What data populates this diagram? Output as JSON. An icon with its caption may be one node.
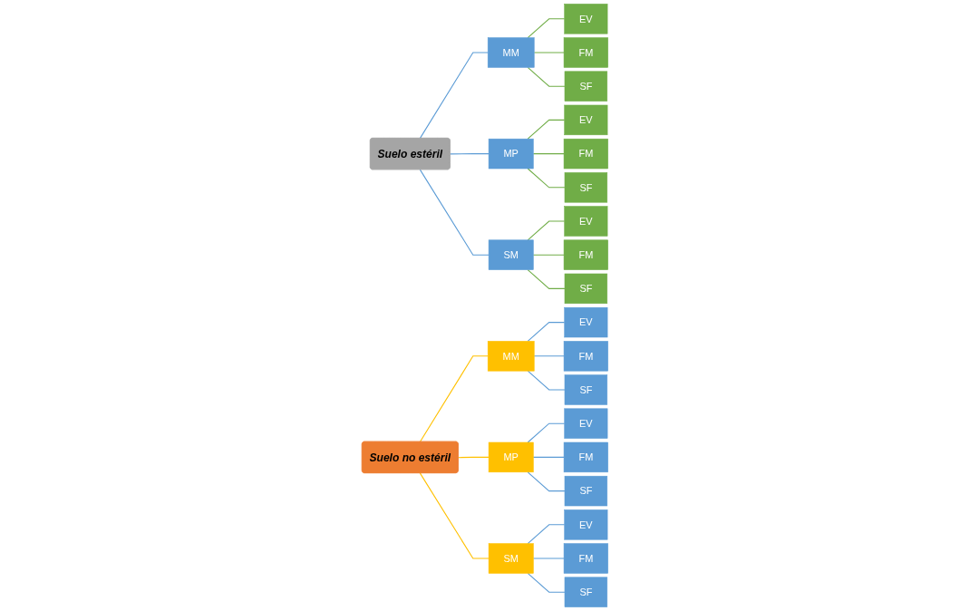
{
  "diagram": {
    "nodes": [
      {
        "text": [
          "Suelo estéril"
        ]
      },
      {
        "text": [
          "MM"
        ]
      },
      {
        "text": [
          "EV"
        ]
      },
      {
        "text": [
          "FM"
        ]
      },
      {
        "text": [
          "SF"
        ]
      },
      {
        "text": [
          "MP"
        ]
      },
      {
        "text": [
          "EV"
        ]
      },
      {
        "text": [
          "FM"
        ]
      },
      {
        "text": [
          "SF"
        ]
      },
      {
        "text": [
          "SM"
        ]
      },
      {
        "text": [
          "EV"
        ]
      },
      {
        "text": [
          "FM"
        ]
      },
      {
        "text": [
          "SF"
        ]
      },
      {
        "text": [
          "Suelo no estéril"
        ]
      },
      {
        "text": [
          "MM"
        ]
      },
      {
        "text": [
          "EV"
        ]
      },
      {
        "text": [
          "FM"
        ]
      },
      {
        "text": [
          "SF"
        ]
      },
      {
        "text": [
          "MP"
        ]
      },
      {
        "text": [
          "EV"
        ]
      },
      {
        "text": [
          "FM"
        ]
      },
      {
        "text": [
          "SF"
        ]
      },
      {
        "text": [
          "SM"
        ]
      },
      {
        "text": [
          "EV"
        ]
      },
      {
        "text": [
          "FM"
        ]
      },
      {
        "text": [
          "SF"
        ]
      }
    ],
    "edges": [
      {
        "from": 0,
        "to": 1,
        "arrow": "none"
      },
      {
        "from": 0,
        "to": 5,
        "arrow": "none"
      },
      {
        "from": 0,
        "to": 9,
        "arrow": "none"
      },
      {
        "from": 1,
        "to": 2,
        "arrow": "none",
        "color": "#70ad47"
      },
      {
        "from": 1,
        "to": 3,
        "arrow": "none",
        "color": "#70ad47"
      },
      {
        "from": 1,
        "to": 4,
        "arrow": "none",
        "color": "#70ad47"
      },
      {
        "from": 5,
        "to": 6,
        "arrow": "none",
        "color": "#70ad47"
      },
      {
        "from": 5,
        "to": 7,
        "arrow": "none",
        "color": "#70ad47"
      },
      {
        "from": 5,
        "to": 8,
        "arrow": "none",
        "color": "#70ad47"
      },
      {
        "from": 9,
        "to": 10,
        "arrow": "none",
        "color": "#70ad47"
      },
      {
        "from": 9,
        "to": 11,
        "arrow": "none",
        "color": "#70ad47"
      },
      {
        "from": 9,
        "to": 12,
        "arrow": "none",
        "color": "#70ad47"
      },
      {
        "from": 13,
        "to": 14,
        "arrow": "none",
        "color": "#ffc000"
      },
      {
        "from": 13,
        "to": 18,
        "arrow": "none",
        "color": "#ffc000"
      },
      {
        "from": 13,
        "to": 22,
        "arrow": "none",
        "color": "#ffc000"
      },
      {
        "from": 14,
        "to": 15,
        "arrow": "none"
      },
      {
        "from": 14,
        "to": 16,
        "arrow": "none"
      },
      {
        "from": 14,
        "to": 17,
        "arrow": "none"
      },
      {
        "from": 18,
        "to": 19,
        "arrow": "none"
      },
      {
        "from": 18,
        "to": 20,
        "arrow": "none"
      },
      {
        "from": 18,
        "to": 21,
        "arrow": "none"
      },
      {
        "from": 22,
        "to": 23,
        "arrow": "none"
      },
      {
        "from": 22,
        "to": 24,
        "arrow": "none"
      },
      {
        "from": 22,
        "to": 25,
        "arrow": "none"
      }
    ]
  }
}
